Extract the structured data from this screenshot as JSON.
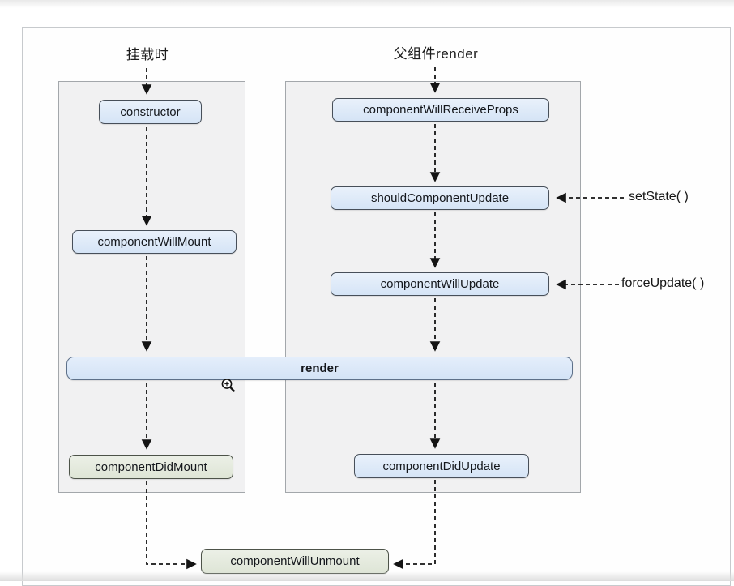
{
  "diagram": {
    "lanes": {
      "mount_label": "挂载时",
      "parent_render_label": "父组件render"
    },
    "nodes": {
      "constructor": "constructor",
      "componentWillMount": "componentWillMount",
      "componentWillReceiveProps": "componentWillReceiveProps",
      "shouldComponentUpdate": "shouldComponentUpdate",
      "componentWillUpdate": "componentWillUpdate",
      "render": "render",
      "componentDidMount": "componentDidMount",
      "componentDidUpdate": "componentDidUpdate",
      "componentWillUnmount": "componentWillUnmount"
    },
    "annotations": {
      "set_state": "setState( )",
      "force_update": "forceUpdate( )"
    },
    "icons": {
      "zoom_cursor": "zoom-in-magnifier"
    },
    "colors": {
      "node_blue_fill": "#d9e7f8",
      "node_green_fill": "#e3e9dc",
      "node_border": "#474f59",
      "panel_fill": "#f1f1f2",
      "panel_border": "#a3a7ab",
      "arrow": "#141414"
    }
  }
}
